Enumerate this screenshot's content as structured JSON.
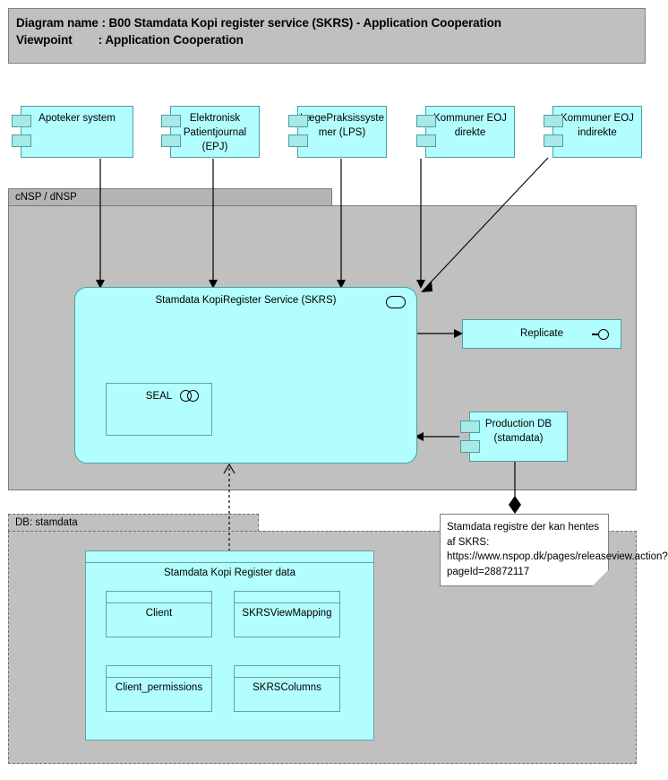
{
  "header": {
    "line1": "Diagram name : B00 Stamdata Kopi register service (SKRS) - Application Cooperation",
    "line2": "Viewpoint        : Application Cooperation"
  },
  "colors": {
    "element_fill": "#b2fdfd",
    "element_border": "#4aa0a0",
    "group_fill": "#c0c0c0",
    "group_tab_fill": "#b4b4b4",
    "group_border": "#7a7a7a",
    "note_fill": "#ffffff",
    "connector": "#000000"
  },
  "top_components": [
    {
      "label": "Apoteker system",
      "icon": "component-icon"
    },
    {
      "label": "Elektronisk\nPatientjournal\n(EPJ)",
      "icon": "component-icon"
    },
    {
      "label": "LægePraksissyste\nmer (LPS)",
      "icon": "component-icon"
    },
    {
      "label": "Kommuner EOJ\ndirekte",
      "icon": "component-icon"
    },
    {
      "label": "Kommuner EOJ\nindirekte",
      "icon": "component-icon"
    }
  ],
  "groups": {
    "nsp": {
      "label": "cNSP / dNSP",
      "style": "solid"
    },
    "db": {
      "label": "DB: stamdata",
      "style": "dashed"
    }
  },
  "service": {
    "label": "Stamdata KopiRegister Service (SKRS)",
    "icon": "application-service-icon"
  },
  "collaboration": {
    "label": "SEAL",
    "icon": "application-collaboration-icon"
  },
  "interface": {
    "label": "Replicate",
    "icon": "application-interface-icon"
  },
  "production_db": {
    "label": "Production DB\n(stamdata)",
    "icon": "component-icon"
  },
  "note": {
    "text": "Stamdata registre der kan hentes af SKRS: https://www.nspop.dk/pages/releaseview.action?pageId=28872117"
  },
  "data_objects": {
    "container": {
      "label": "Stamdata Kopi Register data"
    },
    "children": [
      {
        "label": "Client"
      },
      {
        "label": "SKRSViewMapping"
      },
      {
        "label": "Client_permissions"
      },
      {
        "label": "SKRSColumns"
      }
    ]
  }
}
